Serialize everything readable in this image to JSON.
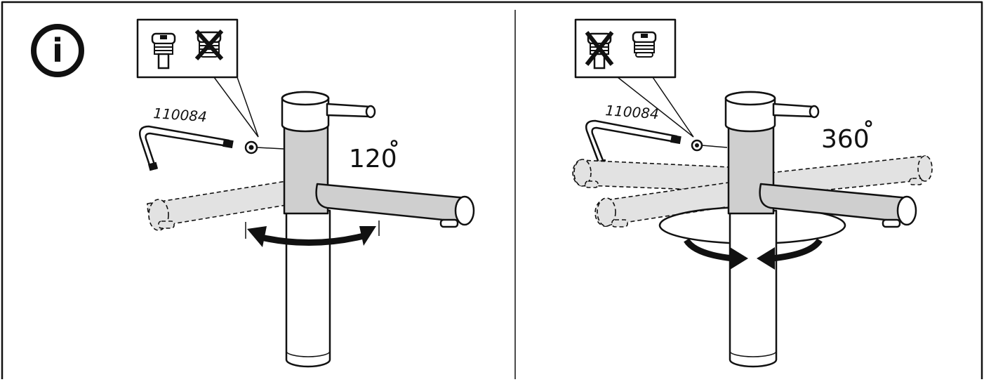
{
  "icons": {
    "info": "information-icon",
    "allowed_screw": "screw-icon",
    "crossed_screw": "crossed-screw-icon",
    "allen_key": "allen-key-icon",
    "faucet": "faucet-icon",
    "rotation_arrow": "rotation-arrow-icon"
  },
  "panel_left": {
    "info_letter": "i",
    "part_code": "110084",
    "angle_value": "120",
    "degree_symbol": "°"
  },
  "panel_right": {
    "part_code": "110084",
    "angle_value": "360",
    "degree_symbol": "°"
  }
}
